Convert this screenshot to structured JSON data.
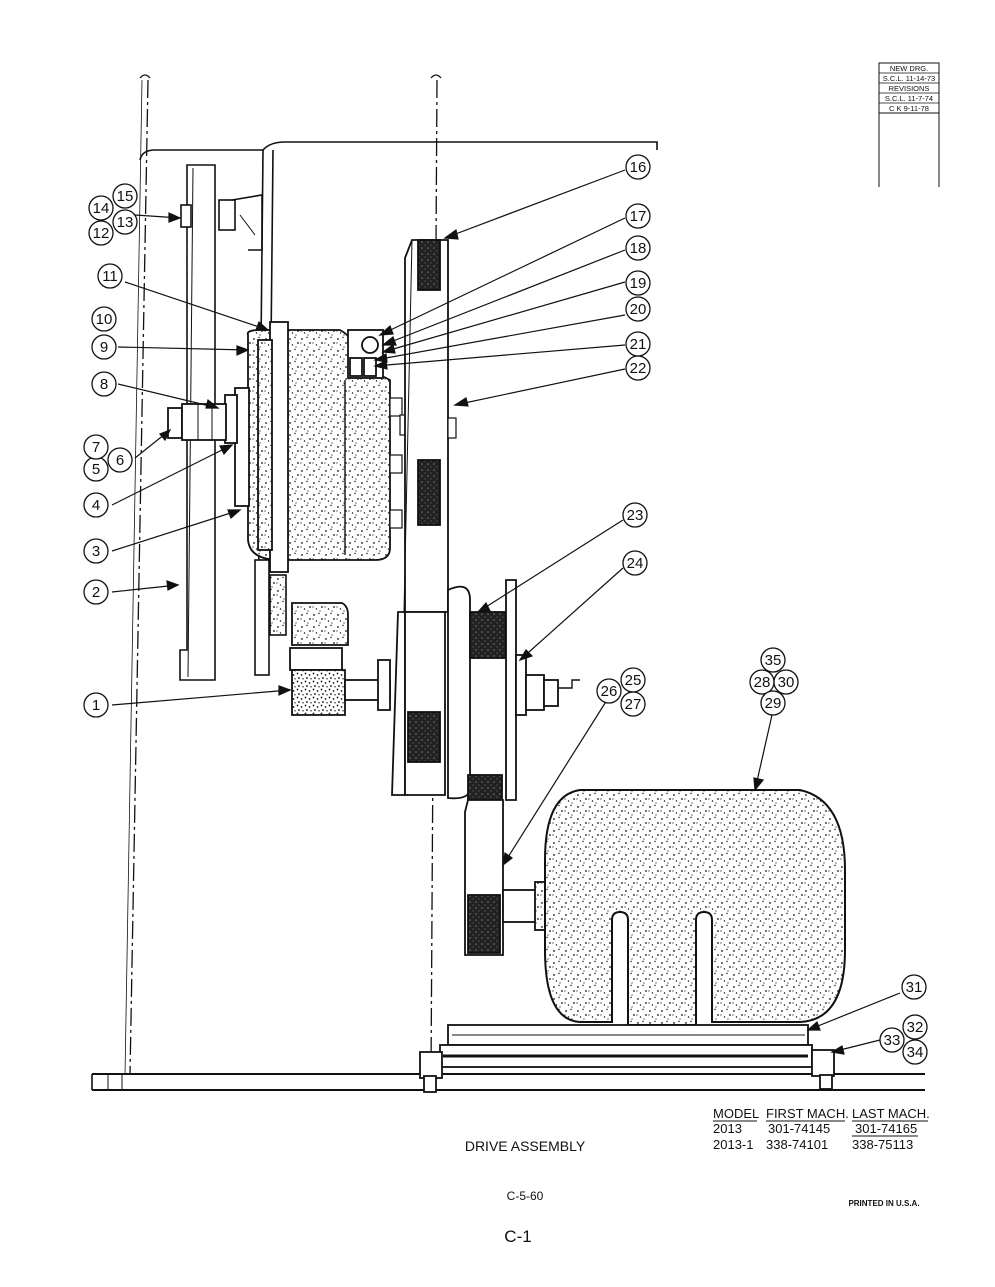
{
  "revision_block": {
    "lines": [
      "NEW DRG.",
      "S.C.L. 11-14-73",
      "REVISIONS",
      "S.C.L. 11-7-74",
      "C K 9-11-78"
    ]
  },
  "callouts": [
    "1",
    "2",
    "3",
    "4",
    "5",
    "6",
    "7",
    "8",
    "9",
    "10",
    "11",
    "12",
    "13",
    "14",
    "15",
    "16",
    "17",
    "18",
    "19",
    "20",
    "21",
    "22",
    "23",
    "24",
    "25",
    "26",
    "27",
    "28",
    "29",
    "30",
    "31",
    "32",
    "33",
    "34",
    "35"
  ],
  "model_table": {
    "headers": [
      "MODEL",
      "FIRST MACH.",
      "LAST MACH."
    ],
    "rows": [
      [
        "2013",
        "301-74145",
        "301-74165"
      ],
      [
        "2013-1",
        "338-74101",
        "338-75113"
      ]
    ]
  },
  "title": "DRIVE ASSEMBLY",
  "drawing_number": "C-5-60",
  "printed": "PRINTED IN U.S.A.",
  "page_label": "C-1"
}
